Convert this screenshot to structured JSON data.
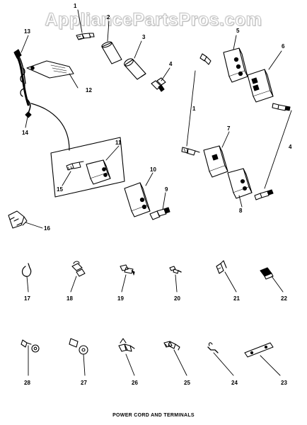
{
  "watermark": "AppliancePartsPros.com",
  "caption": "POWER CORD AND TERMINALS",
  "callouts": [
    "1",
    "2",
    "3",
    "4",
    "5",
    "6",
    "1",
    "4",
    "7",
    "8",
    "9",
    "10",
    "11",
    "12",
    "13",
    "14",
    "15",
    "16",
    "17",
    "18",
    "19",
    "20",
    "21",
    "22",
    "23",
    "24",
    "25",
    "26",
    "27",
    "28"
  ]
}
